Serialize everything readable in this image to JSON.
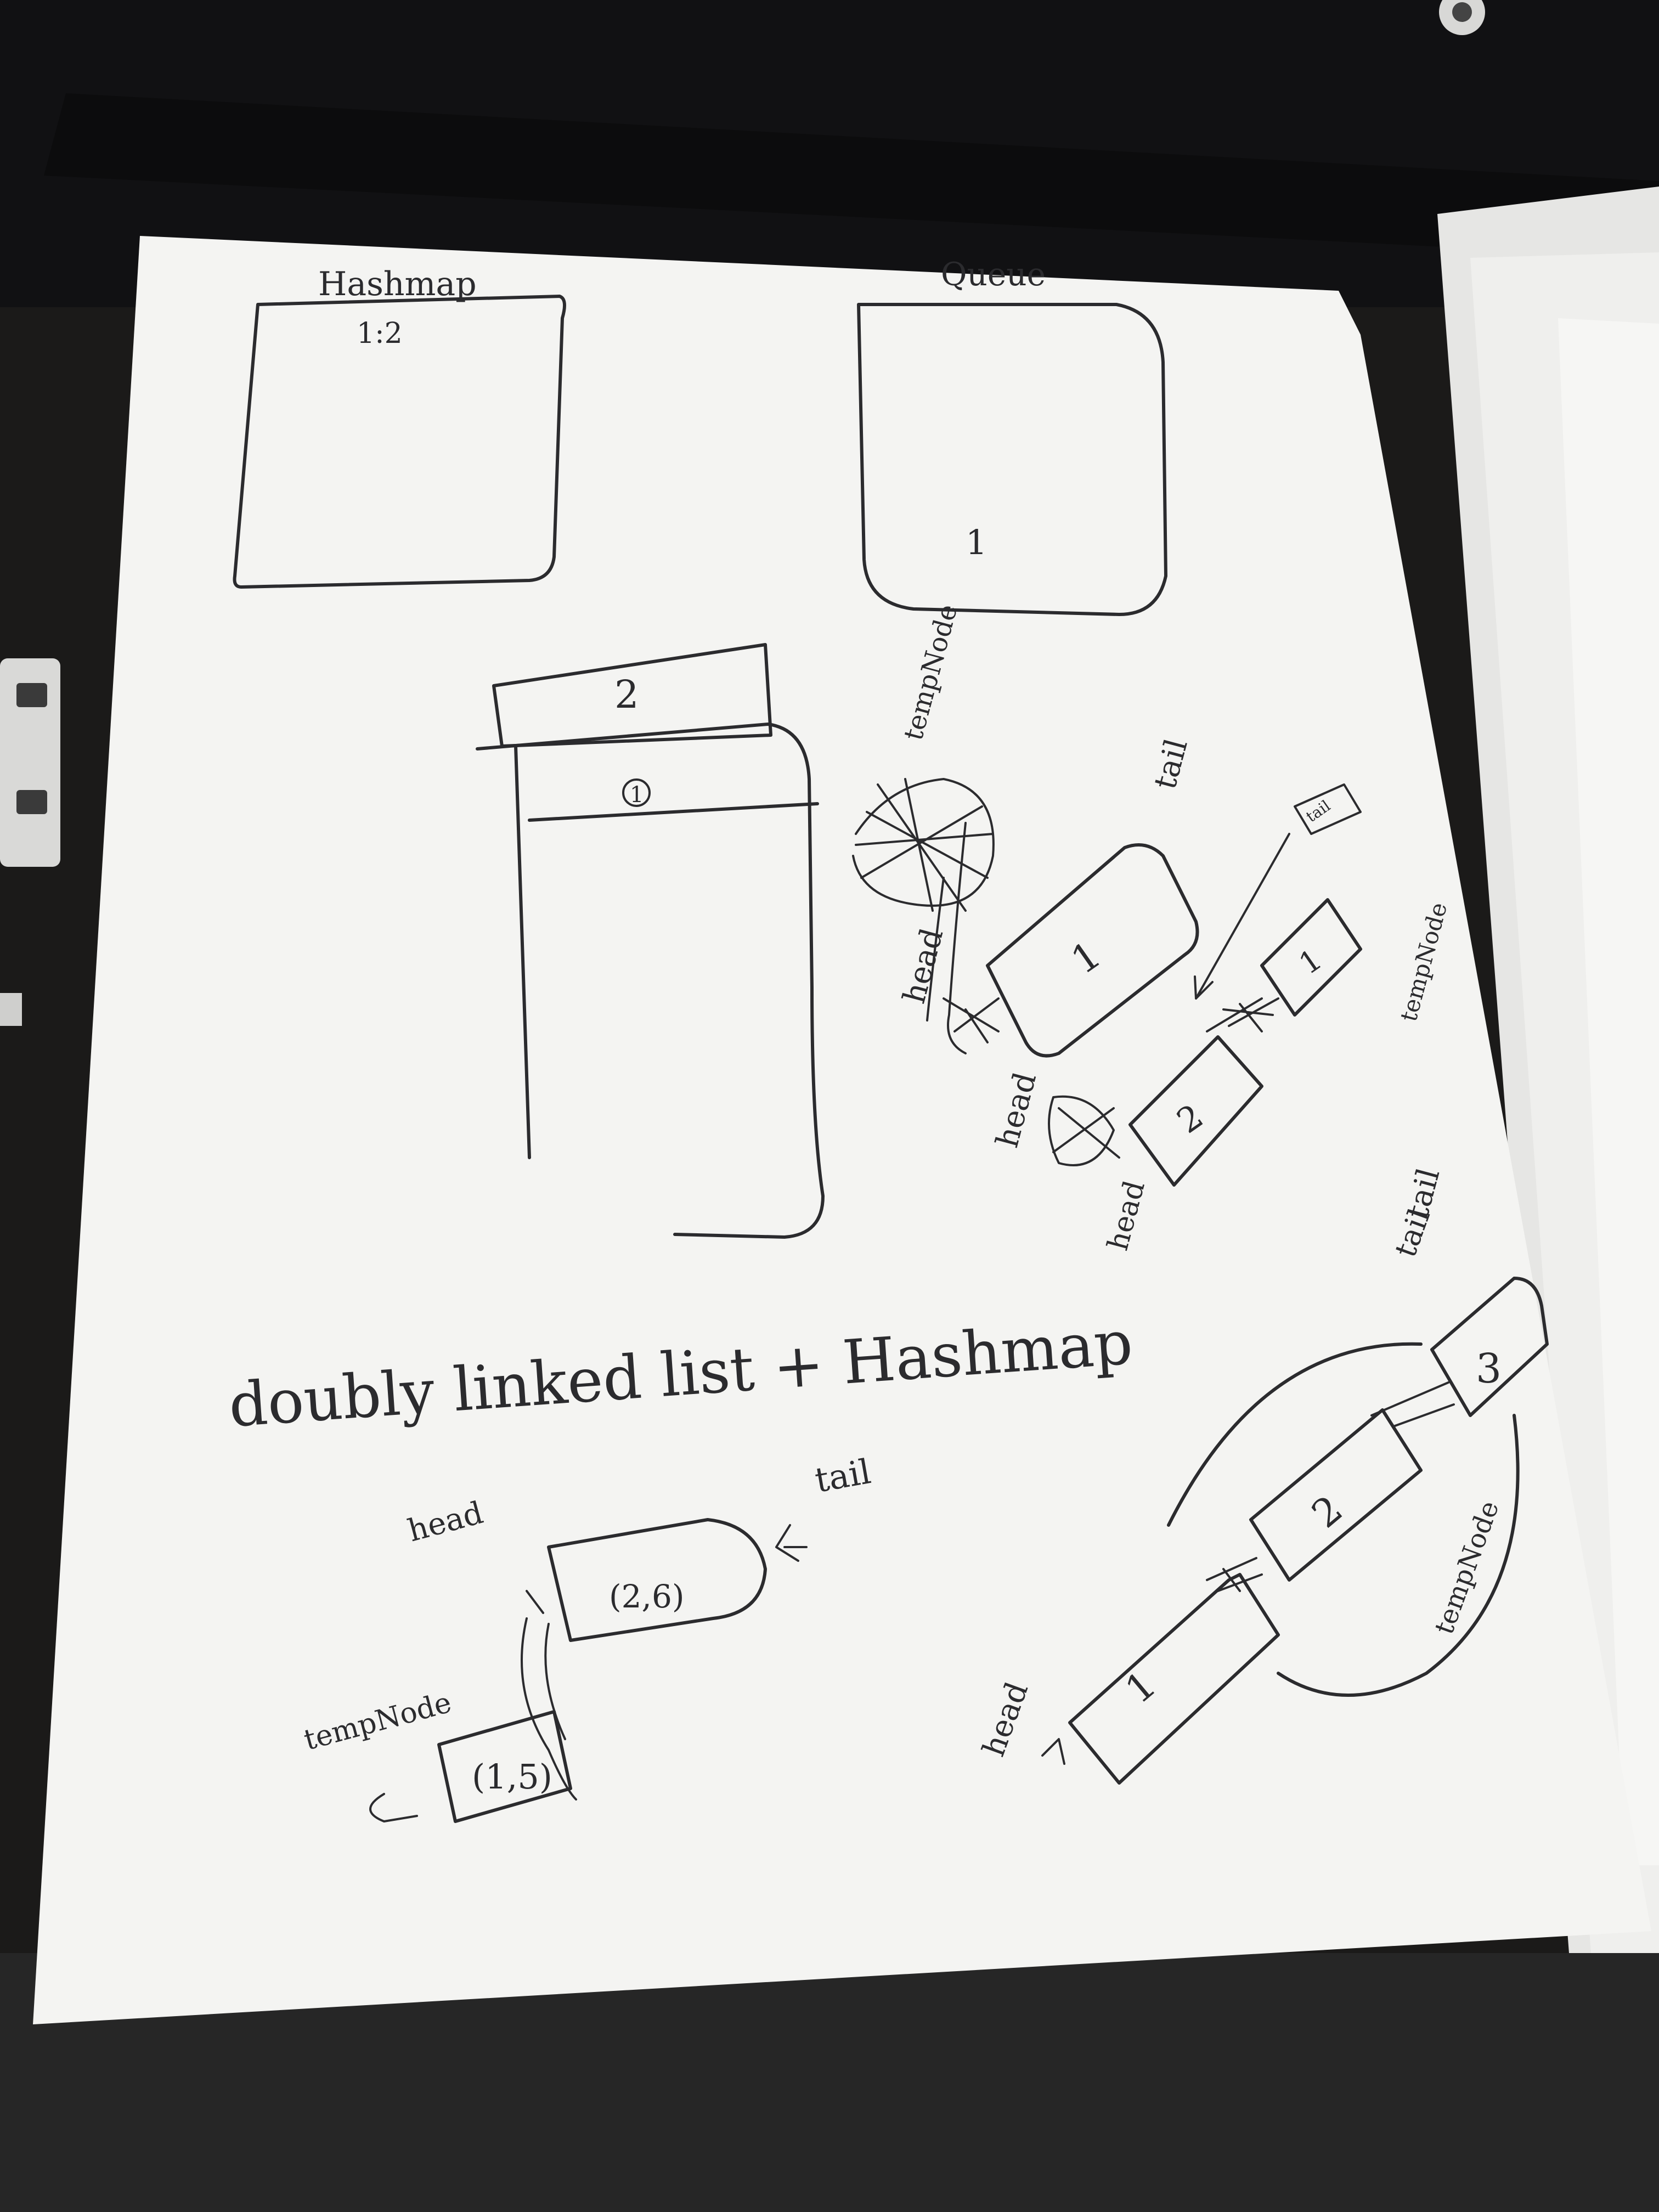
{
  "sketch": {
    "top_left_box": {
      "title": "Hashmap",
      "entry": "1:2"
    },
    "top_right_box": {
      "title": "Queue",
      "value": "1"
    },
    "queue_stack": {
      "top_value": "2",
      "circled_value": "1"
    },
    "middle_list": {
      "labels": [
        "tempNode",
        "tail",
        "tail",
        "head",
        "head",
        "head",
        "tempNode",
        "tail"
      ],
      "nodes": [
        "1",
        "2",
        "1"
      ]
    },
    "caption": "doubly linked list + Hashmap",
    "bottom_left": {
      "labels": {
        "head": "head",
        "tail": "tail",
        "temp": "tempNode"
      },
      "nodes": [
        "(2,6)",
        "(1,5)"
      ]
    },
    "bottom_right": {
      "labels": {
        "head": "head",
        "temp": "tempNode",
        "tail": "tail"
      },
      "nodes": [
        "1",
        "2",
        "3"
      ]
    }
  },
  "colors": {
    "paper": "#f4f4f2",
    "ink": "#2b2b2e",
    "background": "#1b1a19"
  }
}
